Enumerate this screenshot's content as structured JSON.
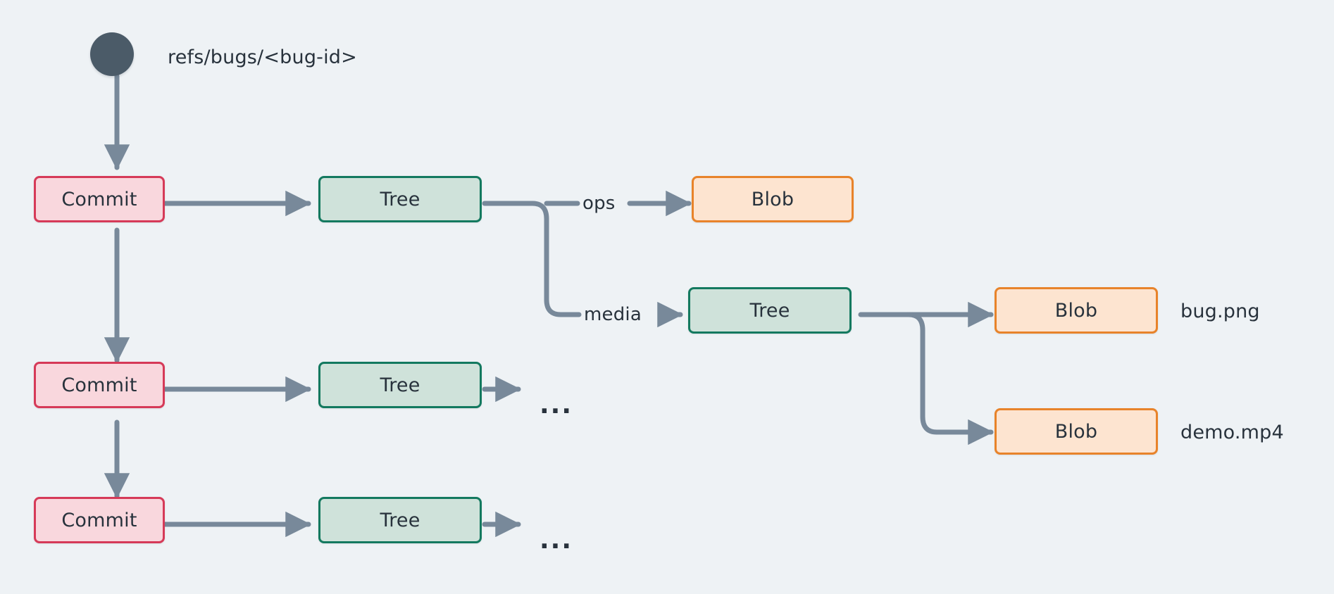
{
  "diagram": {
    "title_label": "refs/bugs/<bug-id>",
    "background_color": "#eef2f5",
    "colors": {
      "commit_fill": "#f9d7dd",
      "commit_stroke": "#d63a58",
      "tree_fill": "#cfe2da",
      "tree_stroke": "#13795f",
      "blob_fill": "#fde4d0",
      "blob_stroke": "#e8832a",
      "connector": "#78899a",
      "start_node": "#4b5b68",
      "text": "#28323c"
    },
    "start_node": {
      "name": "ref-start-node"
    },
    "nodes": {
      "commit_1": "Commit",
      "commit_2": "Commit",
      "commit_3": "Commit",
      "tree_1": "Tree",
      "tree_2": "Tree",
      "tree_3": "Tree",
      "tree_media": "Tree",
      "blob_ops": "Blob",
      "blob_bugpng": "Blob",
      "blob_demomp4": "Blob"
    },
    "edge_labels": {
      "ops": "ops",
      "media": "media"
    },
    "file_labels": {
      "bug_png": "bug.png",
      "demo_mp4": "demo.mp4"
    },
    "ellipsis": {
      "tree_2_more": "...",
      "tree_3_more": "..."
    }
  }
}
